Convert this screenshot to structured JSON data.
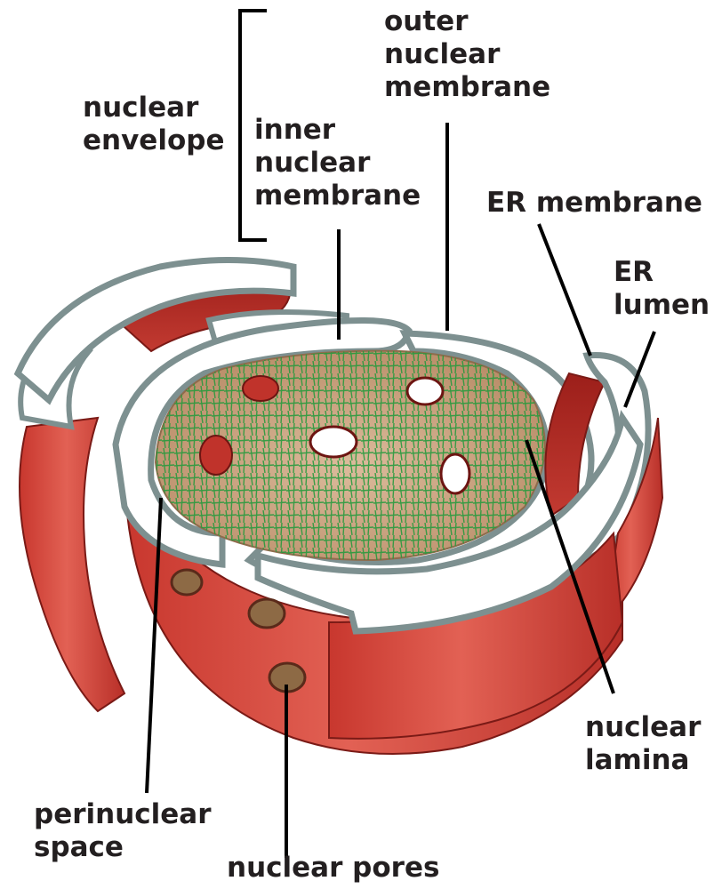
{
  "labels": {
    "nuclear_envelope": [
      "nuclear",
      "envelope"
    ],
    "inner_nuclear_membrane": [
      "inner",
      "nuclear",
      "membrane"
    ],
    "outer_nuclear_membrane": [
      "outer",
      "nuclear",
      "membrane"
    ],
    "er_membrane": "ER membrane",
    "er_lumen": [
      "ER",
      "lumen"
    ],
    "nuclear_lamina": [
      "nuclear",
      "lamina"
    ],
    "perinuclear_space": [
      "perinuclear",
      "space"
    ],
    "nuclear_pores": "nuclear pores"
  },
  "colors": {
    "membrane_red": "#d9473c",
    "membrane_dark": "#a8261f",
    "membrane_rim": "#8fa3a3",
    "lumen": "#ffffff",
    "nucleoplasm": "#cfa888",
    "lamina": "#1f9a3a",
    "label_text": "#231f20"
  }
}
